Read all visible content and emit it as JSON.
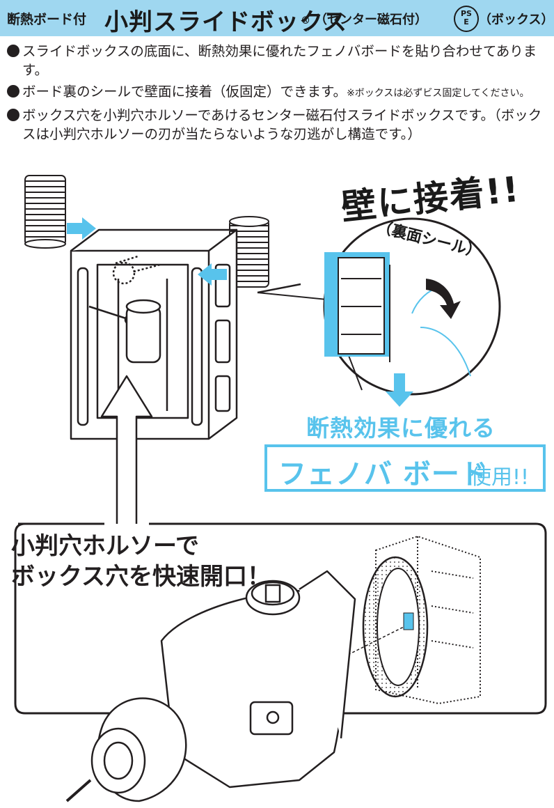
{
  "header": {
    "prefix": "断熱ボード付",
    "title": "小判スライドボックス",
    "registered_mark": "®",
    "subtitle": "（センター磁石付）",
    "ps_mark": {
      "top": "PS",
      "bottom": "E"
    },
    "ps_note": "（ボックス）",
    "bar_color": "#9fd7f0"
  },
  "bullets": [
    {
      "text": "スライドボックスの底面に、断熱効果に優れたフェノバボードを貼り合わせてあります。",
      "note": ""
    },
    {
      "text": "ボード裏のシールで壁面に接着（仮固定）できます。",
      "note": "※ボックスは必ずビス固定してください。"
    },
    {
      "text": "ボックス穴を小判穴ホルソーであけるセンター磁石付スライドボックスです。（ボックスは小判穴ホルソーの刃が当たらないような刃逃がし構造です。）",
      "note": ""
    }
  ],
  "callouts": {
    "wall_adhesion": "壁に接着!!",
    "back_seal": "（裏面シール）",
    "insulation": "断熱効果に優れる",
    "phenol_main": "フェノバ ボード",
    "phenol_suffix": "使用!!",
    "holesaw_line1": "小判穴ホルソーで",
    "holesaw_line2": "ボックス穴を快速開口！"
  },
  "colors": {
    "accent_blue": "#58c3ec",
    "ink": "#231f20"
  },
  "icons": [
    "box-illustration",
    "flexible-conduit-icon",
    "arrow-icon",
    "magnifier-circle",
    "hole-saw-drill-illustration",
    "dotted-box-outline"
  ]
}
